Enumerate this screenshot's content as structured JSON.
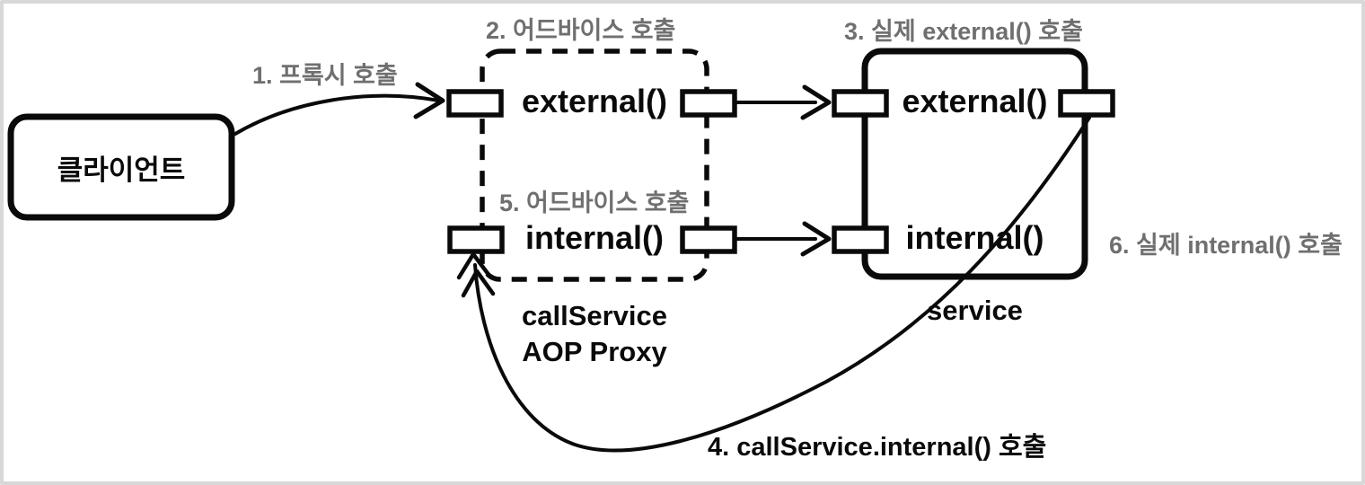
{
  "meta": {
    "ink_color": "#0a0a0a",
    "label_gray": "#6f6f6f",
    "frame_border_color": "#d8d8d8",
    "background": "#ffffff"
  },
  "client": {
    "label": "클라이언트"
  },
  "proxy": {
    "methods": [
      {
        "name": "external()"
      },
      {
        "name": "internal()"
      }
    ],
    "caption_line1": "callService",
    "caption_line2": "AOP Proxy"
  },
  "service": {
    "methods": [
      {
        "name": "external()"
      },
      {
        "name": "internal()"
      }
    ],
    "caption": "service"
  },
  "labels": {
    "step1": "1. 프록시 호출",
    "step2": "2. 어드바이스 호출",
    "step3": "3. 실제 external() 호출",
    "step4": "4. callService.internal() 호출",
    "step5": "5. 어드바이스 호출",
    "step6": "6. 실제 internal() 호출"
  }
}
